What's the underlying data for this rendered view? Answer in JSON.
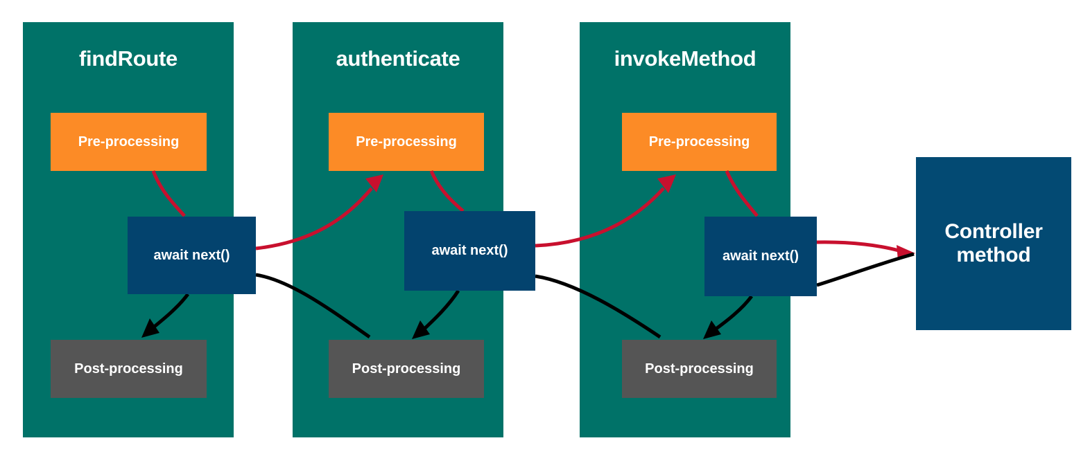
{
  "diagram": {
    "title_hidden": "",
    "background_color": "#ffffff",
    "colors": {
      "panel_teal": "#007268",
      "pre_orange": "#FC8B26",
      "post_gray": "#555555",
      "await_blue": "#03436E",
      "controller_blue": "#034A73",
      "forward_arrow_red": "#C8102E",
      "return_arrow_black": "#000000",
      "text_white": "#ffffff"
    },
    "panels": [
      {
        "id": "find-route",
        "title": "findRoute",
        "pre_label": "Pre-processing",
        "await_label": "await next()",
        "post_label": "Post-processing"
      },
      {
        "id": "authenticate",
        "title": "authenticate",
        "pre_label": "Pre-processing",
        "await_label": "await next()",
        "post_label": "Post-processing"
      },
      {
        "id": "invoke-method",
        "title": "invokeMethod",
        "pre_label": "Pre-processing",
        "await_label": "await next()",
        "post_label": "Post-processing"
      }
    ],
    "terminal": {
      "line1": "Controller",
      "line2": "method"
    }
  }
}
